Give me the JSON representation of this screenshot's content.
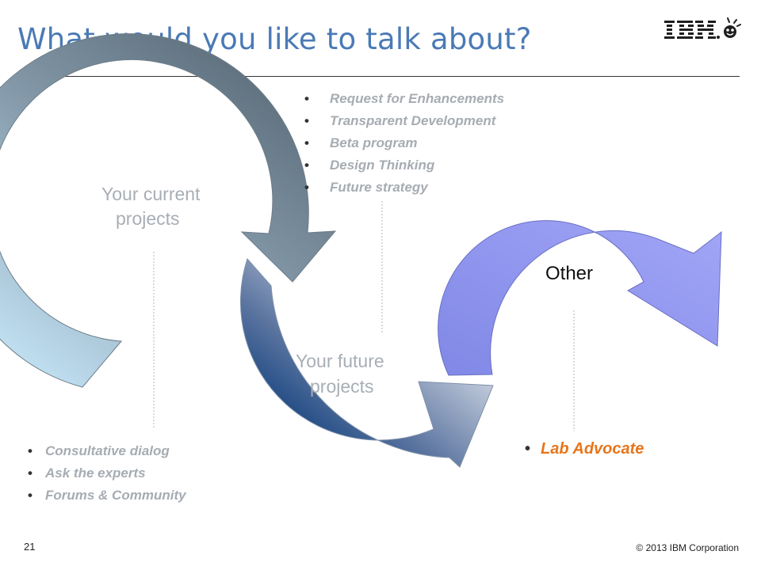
{
  "slide": {
    "title": "What would you like to talk about?",
    "page_number": "21",
    "copyright": "© 2013 IBM Corporation",
    "logo_text": "IBM"
  },
  "diagram": {
    "stage1": {
      "label_line1": "Your current",
      "label_line2": "projects"
    },
    "stage2": {
      "label_line1": "Your future",
      "label_line2": "projects"
    },
    "stage3": {
      "label": "Other"
    }
  },
  "lists": {
    "top": [
      "Request for Enhancements",
      "Transparent Development",
      "Beta program",
      "Design Thinking",
      "Future strategy"
    ],
    "bottom": [
      "Consultative dialog",
      "Ask the experts",
      "Forums & Community"
    ],
    "right": [
      "Lab Advocate"
    ]
  },
  "colors": {
    "title": "#4a7ab5",
    "arrow1_light": "#c4e4f6",
    "arrow1_dark": "#5a6a78",
    "arrow2_dark": "#0a3b7a",
    "arrow3": "#8b8ff0",
    "highlight": "#e8751a"
  }
}
